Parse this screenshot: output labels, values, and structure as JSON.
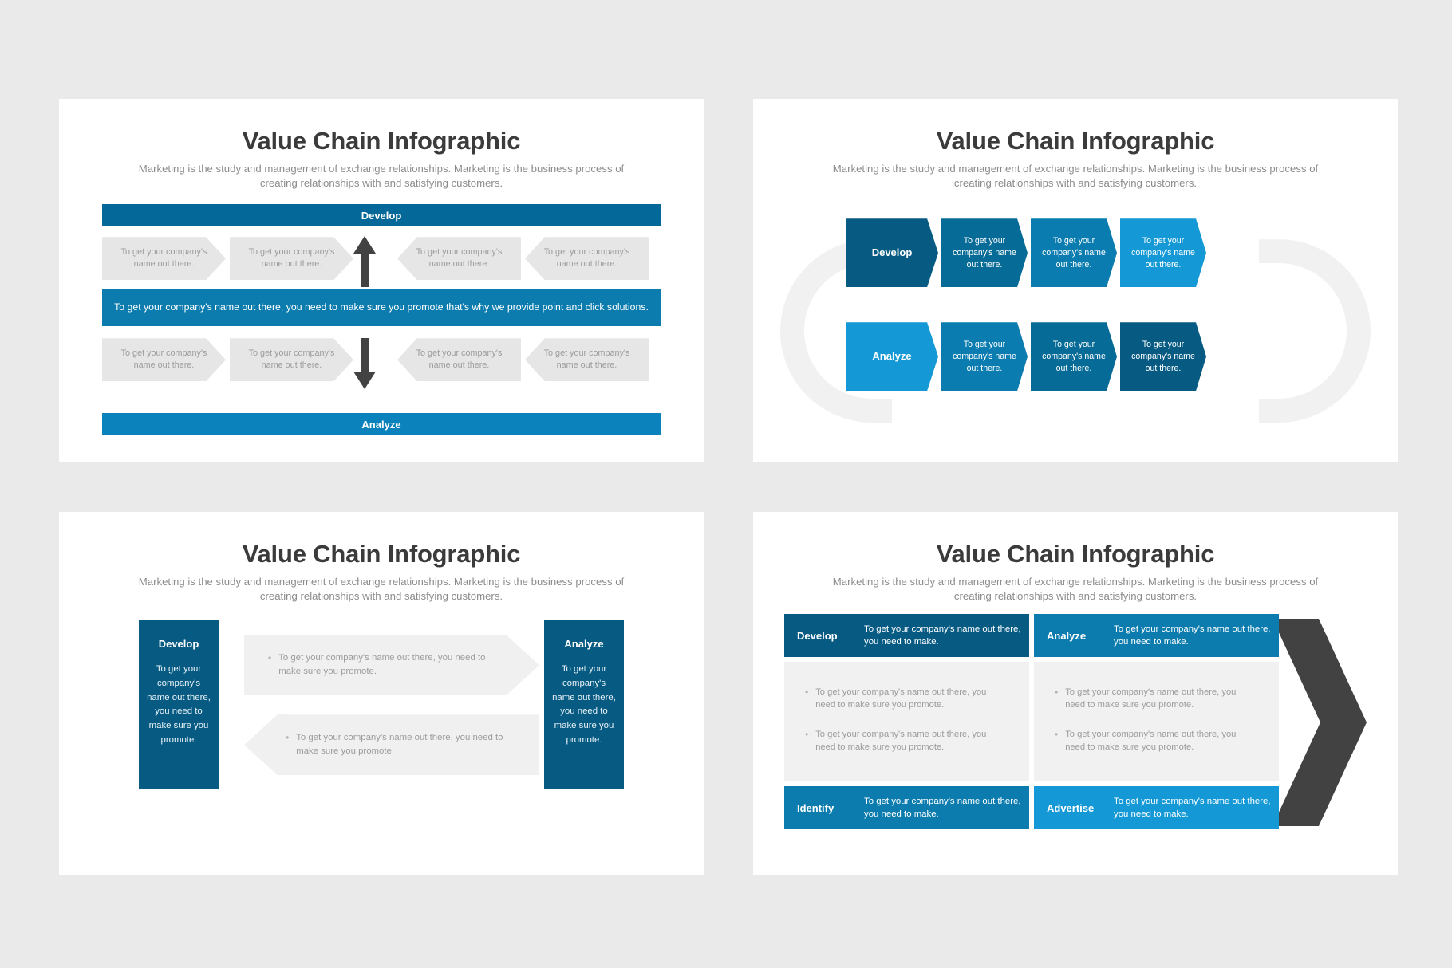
{
  "common": {
    "title": "Value Chain Infographic",
    "subtitle": "Marketing is the study and management of exchange relationships. Marketing is the business process of creating relationships with and satisfying customers.",
    "short_text": "To get your company's name out there.",
    "bullet_text": "To get your company's name out there, you need to make sure you promote.",
    "head_text": "To get your company's name out there, you need to make.",
    "bullet_glyph": "•"
  },
  "colors": {
    "dark_blue": "#075b83",
    "blue": "#046898",
    "mid_blue": "#0b7cad",
    "light_blue": "#0b82bb",
    "bright_blue": "#1499d6",
    "gray_chevron": "#e6e6e6",
    "gray_panel": "#f1f1f1",
    "arrow_dark": "#424242",
    "text_gray": "#9c9c9c",
    "title_gray": "#3b3b3b",
    "ring_gray": "#f1f1f1",
    "page_bg": "#eaeaea"
  },
  "slide1": {
    "title": "Value Chain Infographic",
    "band_top_label": "Develop",
    "band_mid_text": "To get your company's name out there, you need to make sure you promote that's why we provide point and click solutions.",
    "band_bottom_label": "Analyze",
    "row_top": [
      {
        "text": "To get your company's name out there.",
        "dir": "right"
      },
      {
        "text": "To get your company's name out there.",
        "dir": "right"
      },
      {
        "text": "To get your company's name out there.",
        "dir": "left"
      },
      {
        "text": "To get your company's name out there.",
        "dir": "left"
      }
    ],
    "row_bottom": [
      {
        "text": "To get your company's name out there.",
        "dir": "right"
      },
      {
        "text": "To get your company's name out there.",
        "dir": "right"
      },
      {
        "text": "To get your company's name out there.",
        "dir": "left"
      },
      {
        "text": "To get your company's name out there.",
        "dir": "left"
      }
    ],
    "arrow_up_name": "up-arrow",
    "arrow_down_name": "down-arrow"
  },
  "slide2": {
    "title": "Value Chain Infographic",
    "top_row": [
      {
        "label": "Develop",
        "color": "#075b83",
        "head": true
      },
      {
        "text": "To get your company's name out there.",
        "color": "#066b96"
      },
      {
        "text": "To get your company's name out there.",
        "color": "#0a7cb0"
      },
      {
        "text": "To get your company's name out there.",
        "color": "#1499d6"
      }
    ],
    "bottom_row": [
      {
        "label": "Analyze",
        "color": "#1499d6",
        "head": true
      },
      {
        "text": "To get your company's name out there.",
        "color": "#0a7cb0"
      },
      {
        "text": "To get your company's name out there.",
        "color": "#066b96"
      },
      {
        "text": "To get your company's name out there.",
        "color": "#075b83"
      }
    ]
  },
  "slide3": {
    "title": "Value Chain Infographic",
    "left": {
      "label": "Develop",
      "text": "To get your company's name out there, you need to make sure you promote."
    },
    "right": {
      "label": "Analyze",
      "text": "To get your company's name out there, you need to make sure you promote."
    },
    "forward_text": "To get your company's name out there, you need to make sure you promote.",
    "backward_text": "To get your company's name out there, you need to make sure you promote."
  },
  "slide4": {
    "title": "Value Chain Infographic",
    "heads_top": [
      {
        "label": "Develop",
        "text": "To get your company's name out there, you need to make.",
        "color": "#075b83"
      },
      {
        "label": "Analyze",
        "text": "To get your company's name out there, you need to make.",
        "color": "#0b7cad"
      }
    ],
    "bodies": [
      {
        "bullets": [
          "To get your company's name out there, you need to make sure you promote.",
          "To get your company's name out there, you need to make sure you promote."
        ]
      },
      {
        "bullets": [
          "To get your company's name out there, you need to make sure you promote.",
          "To get your company's name out there, you need to make sure you promote."
        ]
      }
    ],
    "heads_bottom": [
      {
        "label": "Identify",
        "text": "To get your company's name out there, you need to make.",
        "color": "#0b7cad"
      },
      {
        "label": "Advertise",
        "text": "To get your company's name out there, you need to make.",
        "color": "#1499d6"
      }
    ],
    "chevron_name": "dark-chevron-arrow"
  }
}
